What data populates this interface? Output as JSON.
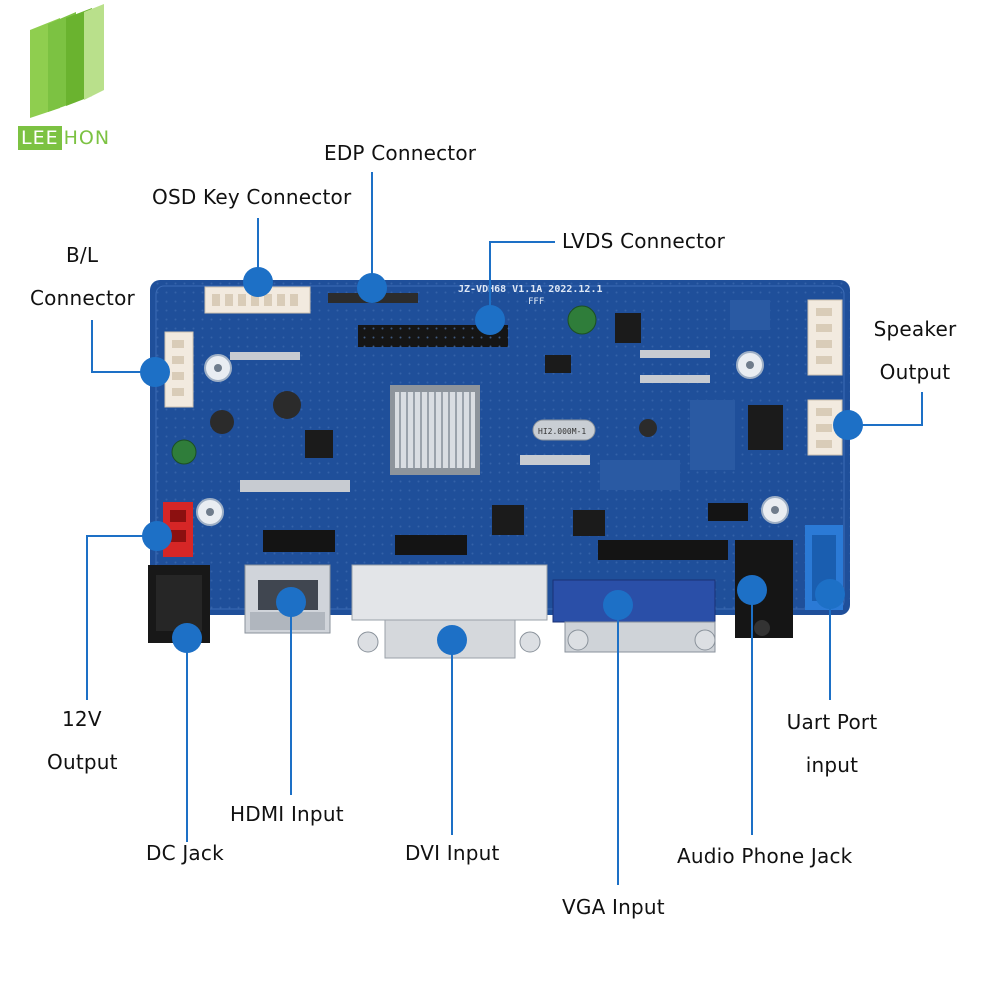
{
  "brand": {
    "logo_prefix": "LEE",
    "logo_suffix": "HON",
    "accent_color": "#7cc242"
  },
  "board": {
    "silkscreen_model": "JZ-VDH68 V1.1A  2022.12.1",
    "silkscreen_sub": "FFF",
    "crystal_text": "HI2.000M-1",
    "board_color": "#1f4f9a",
    "marker_color": "#1d70c6"
  },
  "callouts": {
    "edp_connector": "EDP Connector",
    "osd_key_connector": "OSD Key Connector",
    "lvds_connector": "LVDS Connector",
    "bl_line1": "B/L",
    "bl_line2": "Connector",
    "speaker_line1": "Speaker",
    "speaker_line2": "Output",
    "v12_line1": "12V",
    "v12_line2": "Output",
    "dc_jack": "DC Jack",
    "hdmi_input": "HDMI Input",
    "dvi_input": "DVI Input",
    "vga_input": "VGA Input",
    "audio_phone_jack": "Audio Phone Jack",
    "uart_line1": "Uart Port",
    "uart_line2": "input"
  }
}
